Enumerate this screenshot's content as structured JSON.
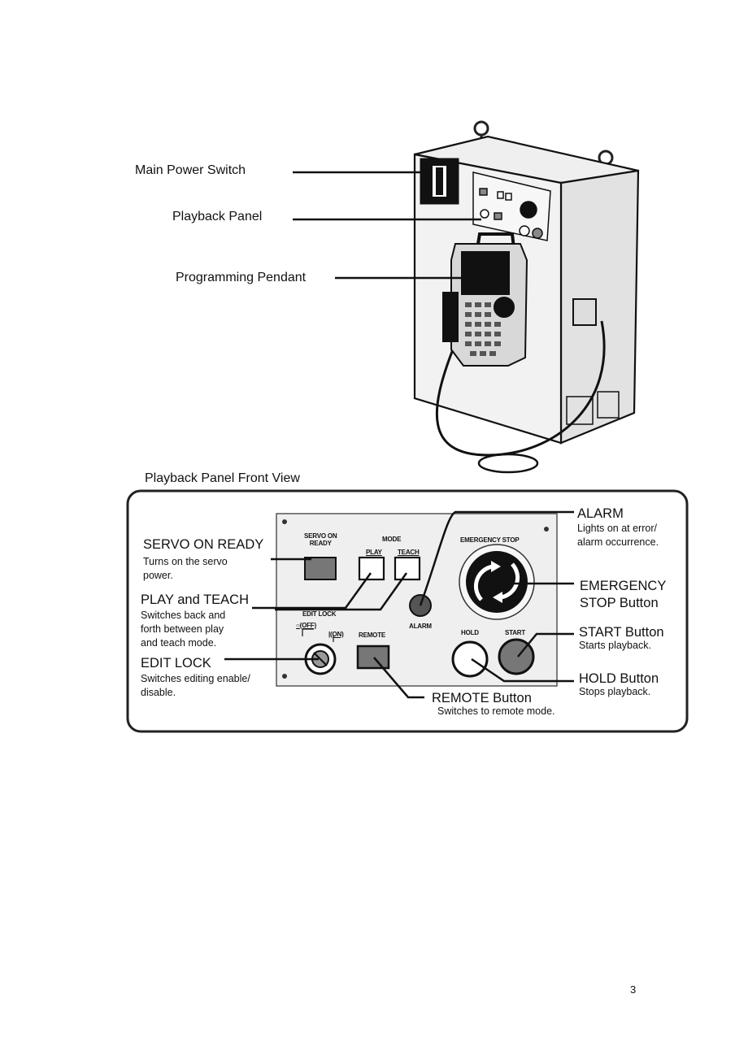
{
  "top_labels": {
    "main_power_switch": "Main Power Switch",
    "playback_panel": "Playback Panel",
    "programming_pendant": "Programming Pendant"
  },
  "front_view_title": "Playback Panel Front View",
  "panel_labels": {
    "servo_on_ready": "SERVO ON\nREADY",
    "mode": "MODE",
    "play": "PLAY",
    "teach": "TEACH",
    "emergency_stop": "EMERGENCY STOP",
    "edit_lock": "EDIT LOCK",
    "off": "○(OFF)",
    "on": "|(ON)",
    "remote": "REMOTE",
    "alarm": "ALARM",
    "hold": "HOLD",
    "start": "START"
  },
  "callouts": {
    "servo": {
      "title": "SERVO ON READY",
      "desc": "Turns on the servo\npower."
    },
    "play_teach": {
      "title": "PLAY and TEACH",
      "desc": "Switches back and\nforth between play\nand teach mode."
    },
    "edit_lock": {
      "title": "EDIT LOCK",
      "desc": "Switches editing enable/\ndisable."
    },
    "alarm": {
      "title": "ALARM",
      "desc": "Lights on at error/\nalarm occurrence."
    },
    "emergency": {
      "title": "EMERGENCY\nSTOP Button",
      "desc": ""
    },
    "start": {
      "title": "START Button",
      "desc": "Starts playback."
    },
    "hold": {
      "title": "HOLD Button",
      "desc": "Stops playback."
    },
    "remote": {
      "title": "REMOTE Button",
      "desc": "Switches to remote mode."
    }
  },
  "page_number": "3"
}
